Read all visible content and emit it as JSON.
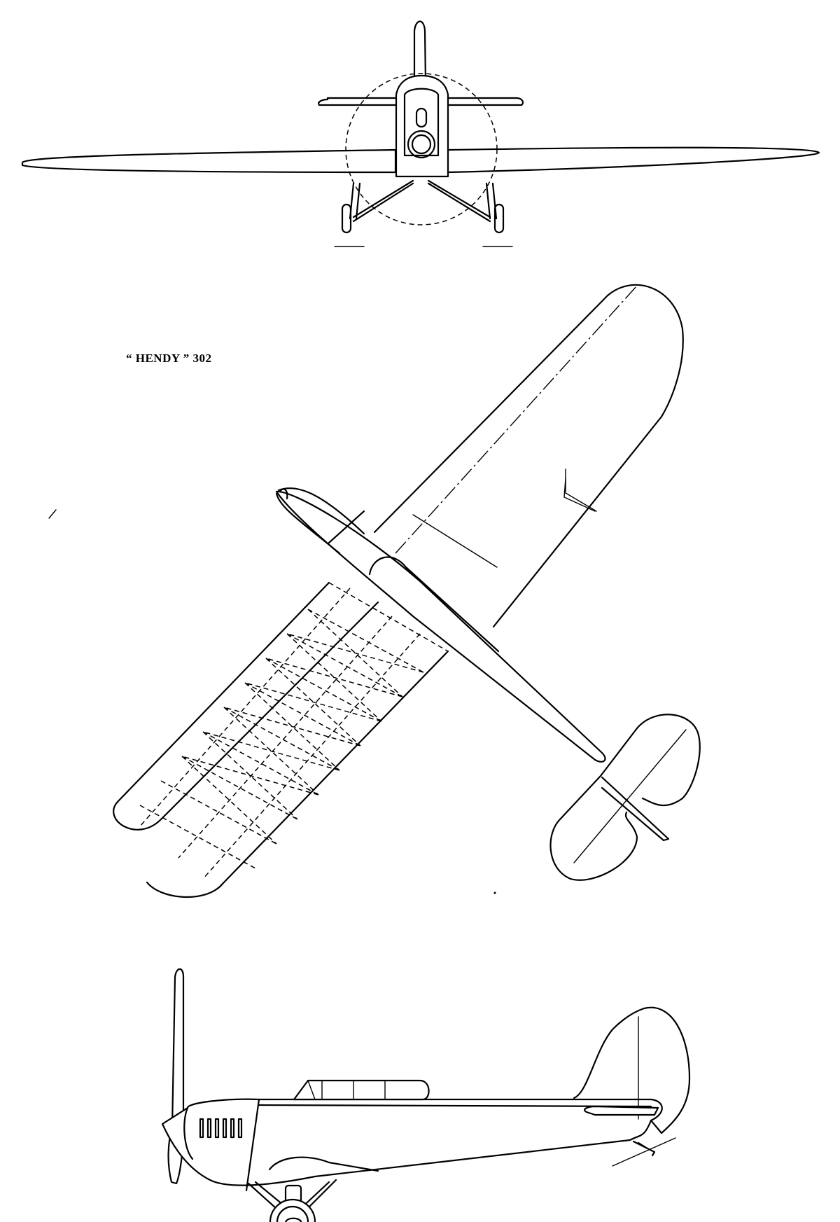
{
  "drawing": {
    "title": "“ HENDY ” 302",
    "views": [
      "front-view",
      "plan-view",
      "side-view"
    ]
  }
}
